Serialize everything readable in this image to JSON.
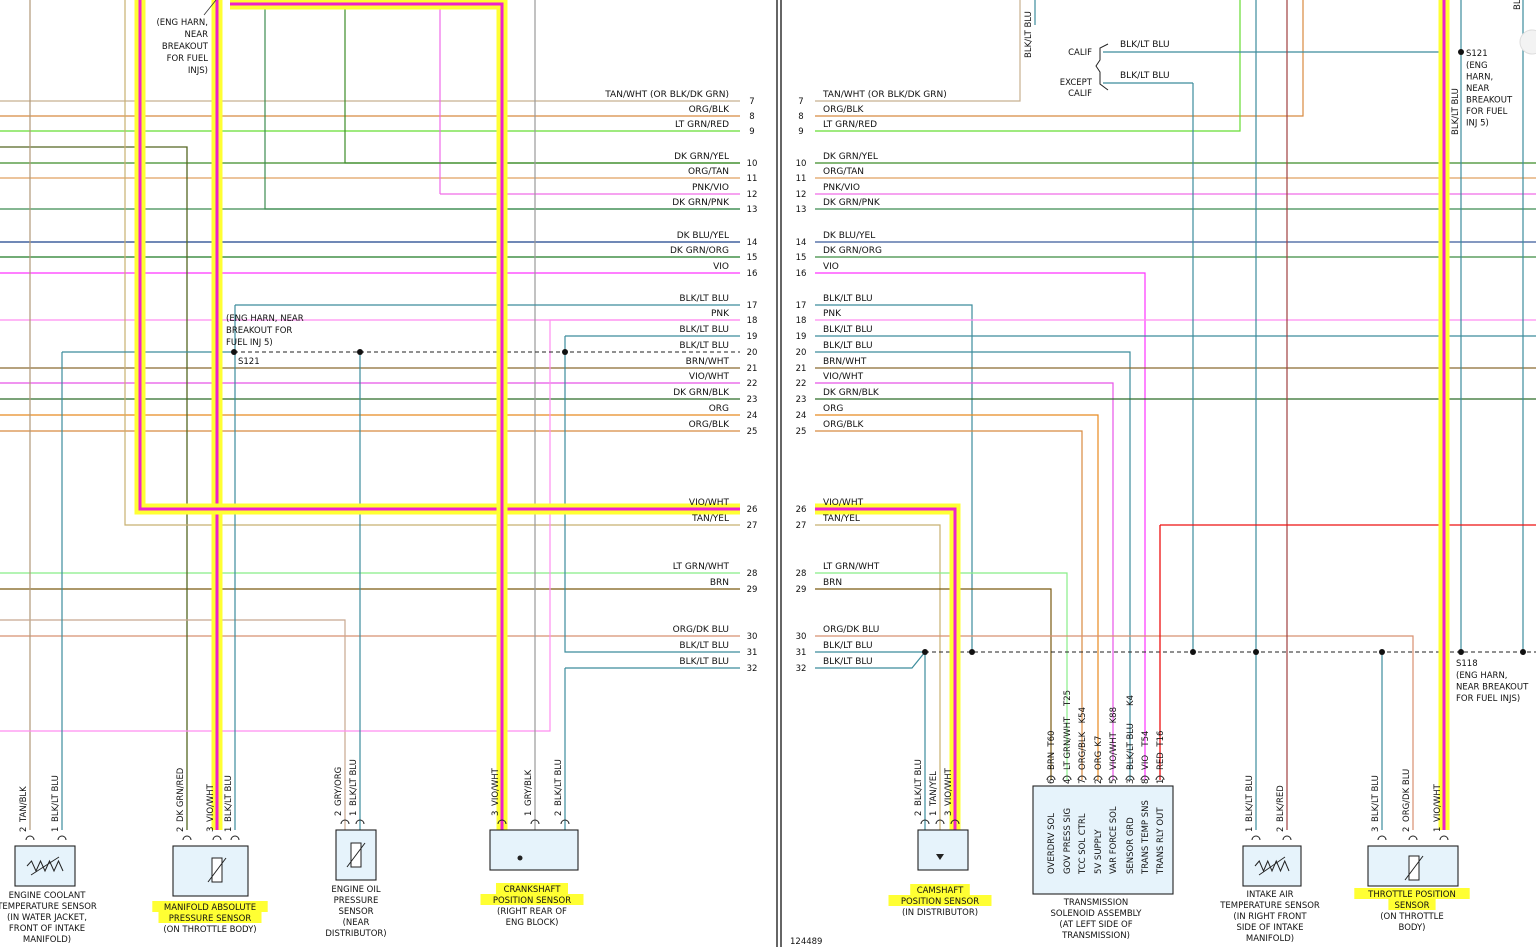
{
  "figure_number": "124489",
  "colors": {
    "TAN/WHT": "#c8b090",
    "ORG/BLK": "#d88a40",
    "LT GRN/RED": "#66dd33",
    "DK GRN/YEL": "#3c8c28",
    "ORG/TAN": "#e0a060",
    "PNK/VIO": "#f06ce8",
    "DK GRN/PNK": "#3c8c50",
    "DK BLU/YEL": "#3a5a9a",
    "DK GRN/ORG": "#3c8c40",
    "VIO": "#ff33ff",
    "BLK/LT BLU": "#3c8c9c",
    "PNK": "#ff8ef0",
    "BRN/WHT": "#8a6a30",
    "VIO/WHT": "#e855e8",
    "DK GRN/BLK": "#2c6c28",
    "ORG": "#e88a20",
    "TAN/YEL": "#c8b070",
    "LT GRN/WHT": "#88ee88",
    "BRN": "#7a5a10",
    "ORG/DK BLU": "#d89070",
    "DK GRN/RED": "#556622",
    "GRY/ORG": "#c8a890",
    "RED": "#ee1111",
    "BLK/RED": "#a04040",
    "TAN/BLK": "#b09878",
    "GRY/BLK": "#999999",
    "TAN/WHT_OR": "#c8b090",
    "highlight": "#ffff33",
    "magenta": "#ee22cc"
  },
  "left_wires": [
    {
      "pin": "7",
      "label": "TAN/WHT (OR BLK/DK GRN)",
      "color_key": "TAN/WHT"
    },
    {
      "pin": "8",
      "label": "ORG/BLK",
      "color_key": "ORG/BLK"
    },
    {
      "pin": "9",
      "label": "LT GRN/RED",
      "color_key": "LT GRN/RED"
    },
    {
      "pin": "10",
      "label": "DK GRN/YEL",
      "color_key": "DK GRN/YEL"
    },
    {
      "pin": "11",
      "label": "ORG/TAN",
      "color_key": "ORG/TAN"
    },
    {
      "pin": "12",
      "label": "PNK/VIO",
      "color_key": "PNK/VIO"
    },
    {
      "pin": "13",
      "label": "DK GRN/PNK",
      "color_key": "DK GRN/PNK"
    },
    {
      "pin": "14",
      "label": "DK BLU/YEL",
      "color_key": "DK BLU/YEL"
    },
    {
      "pin": "15",
      "label": "DK GRN/ORG",
      "color_key": "DK GRN/ORG"
    },
    {
      "pin": "16",
      "label": "VIO",
      "color_key": "VIO"
    },
    {
      "pin": "17",
      "label": "BLK/LT BLU",
      "color_key": "BLK/LT BLU"
    },
    {
      "pin": "18",
      "label": "PNK",
      "color_key": "PNK"
    },
    {
      "pin": "19",
      "label": "BLK/LT BLU",
      "color_key": "BLK/LT BLU"
    },
    {
      "pin": "20",
      "label": "BLK/LT BLU",
      "color_key": "BLK/LT BLU"
    },
    {
      "pin": "21",
      "label": "BRN/WHT",
      "color_key": "BRN/WHT"
    },
    {
      "pin": "22",
      "label": "VIO/WHT",
      "color_key": "VIO/WHT"
    },
    {
      "pin": "23",
      "label": "DK GRN/BLK",
      "color_key": "DK GRN/BLK"
    },
    {
      "pin": "24",
      "label": "ORG",
      "color_key": "ORG"
    },
    {
      "pin": "25",
      "label": "ORG/BLK",
      "color_key": "ORG/BLK"
    },
    {
      "pin": "26",
      "label": "VIO/WHT",
      "color_key": "VIO/WHT"
    },
    {
      "pin": "27",
      "label": "TAN/YEL",
      "color_key": "TAN/YEL"
    },
    {
      "pin": "28",
      "label": "LT GRN/WHT",
      "color_key": "LT GRN/WHT"
    },
    {
      "pin": "29",
      "label": "BRN",
      "color_key": "BRN"
    },
    {
      "pin": "30",
      "label": "ORG/DK BLU",
      "color_key": "ORG/DK BLU"
    },
    {
      "pin": "31",
      "label": "BLK/LT BLU",
      "color_key": "BLK/LT BLU"
    },
    {
      "pin": "32",
      "label": "BLK/LT BLU",
      "color_key": "BLK/LT BLU"
    }
  ],
  "right_wires": [
    {
      "pin": "7",
      "label": "TAN/WHT (OR BLK/DK GRN)",
      "color_key": "TAN/WHT"
    },
    {
      "pin": "8",
      "label": "ORG/BLK",
      "color_key": "ORG/BLK"
    },
    {
      "pin": "9",
      "label": "LT GRN/RED",
      "color_key": "LT GRN/RED"
    },
    {
      "pin": "10",
      "label": "DK GRN/YEL",
      "color_key": "DK GRN/YEL"
    },
    {
      "pin": "11",
      "label": "ORG/TAN",
      "color_key": "ORG/TAN"
    },
    {
      "pin": "12",
      "label": "PNK/VIO",
      "color_key": "PNK/VIO"
    },
    {
      "pin": "13",
      "label": "DK GRN/PNK",
      "color_key": "DK GRN/PNK"
    },
    {
      "pin": "14",
      "label": "DK BLU/YEL",
      "color_key": "DK BLU/YEL"
    },
    {
      "pin": "15",
      "label": "DK GRN/ORG",
      "color_key": "DK GRN/ORG"
    },
    {
      "pin": "16",
      "label": "VIO",
      "color_key": "VIO"
    },
    {
      "pin": "17",
      "label": "BLK/LT BLU",
      "color_key": "BLK/LT BLU"
    },
    {
      "pin": "18",
      "label": "PNK",
      "color_key": "PNK"
    },
    {
      "pin": "19",
      "label": "BLK/LT BLU",
      "color_key": "BLK/LT BLU"
    },
    {
      "pin": "20",
      "label": "BLK/LT BLU",
      "color_key": "BLK/LT BLU"
    },
    {
      "pin": "21",
      "label": "BRN/WHT",
      "color_key": "BRN/WHT"
    },
    {
      "pin": "22",
      "label": "VIO/WHT",
      "color_key": "VIO/WHT"
    },
    {
      "pin": "23",
      "label": "DK GRN/BLK",
      "color_key": "DK GRN/BLK"
    },
    {
      "pin": "24",
      "label": "ORG",
      "color_key": "ORG"
    },
    {
      "pin": "25",
      "label": "ORG/BLK",
      "color_key": "ORG/BLK"
    },
    {
      "pin": "26",
      "label": "VIO/WHT",
      "color_key": "VIO/WHT"
    },
    {
      "pin": "27",
      "label": "TAN/YEL",
      "color_key": "TAN/YEL"
    },
    {
      "pin": "28",
      "label": "LT GRN/WHT",
      "color_key": "LT GRN/WHT"
    },
    {
      "pin": "29",
      "label": "BRN",
      "color_key": "BRN"
    },
    {
      "pin": "30",
      "label": "ORG/DK BLU",
      "color_key": "ORG/DK BLU"
    },
    {
      "pin": "31",
      "label": "BLK/LT BLU",
      "color_key": "BLK/LT BLU"
    },
    {
      "pin": "32",
      "label": "BLK/LT BLU",
      "color_key": "BLK/LT BLU"
    }
  ],
  "splices": {
    "s121_left_name": "S121",
    "s121_left_note": [
      "(ENG HARN, NEAR",
      "BREAKOUT FOR",
      "FUEL INJ 5)"
    ],
    "top_note": [
      "(ENG HARN,",
      "NEAR",
      "BREAKOUT",
      "FOR FUEL",
      "INJS)"
    ],
    "s121_right_name": "S121",
    "s121_right_note": [
      "(ENG",
      "HARN,",
      "NEAR",
      "BREAKOUT",
      "FOR FUEL",
      "INJ 5)"
    ],
    "s118_name": "S118",
    "s118_note": [
      "(ENG HARN,",
      "NEAR BREAKOUT",
      "FOR FUEL INJS)"
    ]
  },
  "calif": {
    "calif_label": "CALIF",
    "except_label": [
      "EXCEPT",
      "CALIF"
    ],
    "wire1": "BLK/LT BLU",
    "wire2": "BLK/LT BLU",
    "top_vertical": "BLK/LT BLU",
    "s121_vertical": "BLK/LT BLU",
    "top_right_vertical": "BLK/LT BLU"
  },
  "components": [
    {
      "id": "ect",
      "caption": [
        "ENGINE COOLANT",
        "TEMPERATURE SENSOR",
        "(IN WATER JACKET,",
        "FRONT OF INTAKE",
        "MANIFOLD)"
      ],
      "highlight": 0,
      "pins": [
        {
          "n": "2",
          "wire": "TAN/BLK"
        },
        {
          "n": "1",
          "wire": "BLK/LT BLU"
        }
      ]
    },
    {
      "id": "map",
      "caption": [
        "MANIFOLD ABSOLUTE",
        "PRESSURE SENSOR",
        "(ON THROTTLE BODY)"
      ],
      "highlight": 2,
      "pins": [
        {
          "n": "2",
          "wire": "DK GRN/RED"
        },
        {
          "n": "3",
          "wire": "VIO/WHT"
        },
        {
          "n": "1",
          "wire": "BLK/LT BLU"
        }
      ]
    },
    {
      "id": "oil",
      "caption": [
        "ENGINE OIL",
        "PRESSURE",
        "SENSOR",
        "(NEAR",
        "DISTRIBUTOR)"
      ],
      "highlight": 0,
      "pins": [
        {
          "n": "2",
          "wire": "GRY/ORG"
        },
        {
          "n": "1",
          "wire": "BLK/LT BLU"
        }
      ]
    },
    {
      "id": "ckp",
      "caption": [
        "CRANKSHAFT",
        "POSITION SENSOR",
        "(RIGHT REAR OF",
        "ENG BLOCK)"
      ],
      "highlight": 2,
      "pins": [
        {
          "n": "3",
          "wire": "VIO/WHT"
        },
        {
          "n": "1",
          "wire": "GRY/BLK"
        },
        {
          "n": "2",
          "wire": "BLK/LT BLU"
        }
      ]
    },
    {
      "id": "cmp",
      "caption": [
        "CAMSHAFT",
        "POSITION SENSOR",
        "(IN DISTRIBUTOR)"
      ],
      "highlight": 2,
      "pins": [
        {
          "n": "2",
          "wire": "BLK/LT BLU"
        },
        {
          "n": "1",
          "wire": "TAN/YEL"
        },
        {
          "n": "3",
          "wire": "VIO/WHT"
        }
      ]
    },
    {
      "id": "tsa",
      "caption": [
        "TRANSMISSION",
        "SOLENOID ASSEMBLY",
        "(AT LEFT SIDE OF",
        "TRANSMISSION)"
      ],
      "highlight": 0,
      "pins": [
        {
          "n": "6",
          "wire": "BRN",
          "term": "T60"
        },
        {
          "n": "4",
          "wire": "LT GRN/WHT",
          "term": "T25"
        },
        {
          "n": "7",
          "wire": "ORG/BLK",
          "term": "K54"
        },
        {
          "n": "2",
          "wire": "ORG",
          "term": "K7"
        },
        {
          "n": "5",
          "wire": "VIO/WHT",
          "term": "K88"
        },
        {
          "n": "3",
          "wire": "BLK/LT BLU",
          "term": "K4"
        },
        {
          "n": "8",
          "wire": "VIO",
          "term": "T54"
        },
        {
          "n": "1",
          "wire": "RED",
          "term": "T16"
        }
      ],
      "functions": [
        "OVERDRV SOL",
        "GOV PRESS SIG",
        "TCC SOL CTRL",
        "5V SUPPLY",
        "VAR FORCE SOL",
        "SENSOR GRD",
        "TRANS TEMP SNS",
        "TRANS RLY OUT"
      ]
    },
    {
      "id": "iat",
      "caption": [
        "INTAKE AIR",
        "TEMPERATURE SENSOR",
        "(IN RIGHT FRONT",
        "SIDE OF INTAKE",
        "MANIFOLD)"
      ],
      "highlight": 0,
      "pins": [
        {
          "n": "1",
          "wire": "BLK/LT BLU"
        },
        {
          "n": "2",
          "wire": "BLK/RED"
        }
      ]
    },
    {
      "id": "tps",
      "caption": [
        "THROTTLE POSITION",
        "SENSOR",
        "(ON THROTTLE",
        "BODY)"
      ],
      "highlight": 2,
      "pins": [
        {
          "n": "3",
          "wire": "BLK/LT BLU"
        },
        {
          "n": "2",
          "wire": "ORG/DK BLU"
        },
        {
          "n": "1",
          "wire": "VIO/WHT"
        }
      ]
    }
  ]
}
